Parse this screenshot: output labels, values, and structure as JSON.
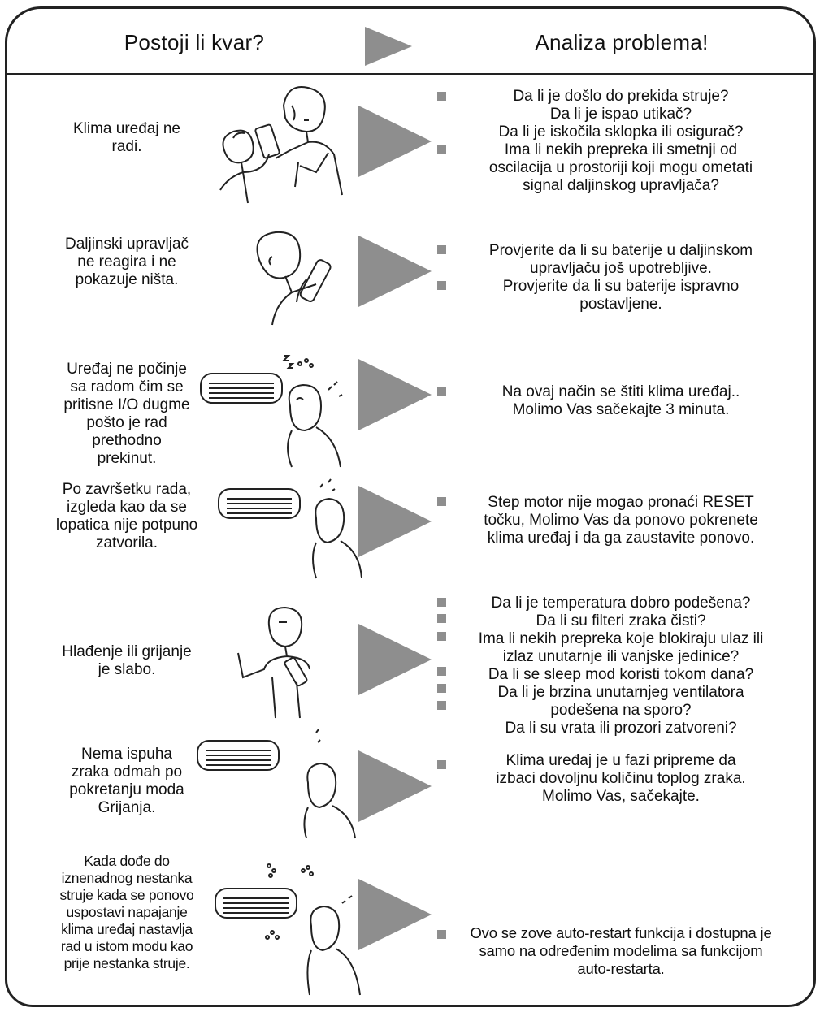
{
  "header": {
    "left_title": "Postoji li kvar?",
    "right_title": "Analiza problema!"
  },
  "rows": [
    {
      "symptom": [
        "Klima uređaj ne",
        "radi."
      ],
      "causes": [
        "Da li je došlo do prekida struje?",
        "Da li je ispao utikač?",
        "Da li je iskočila sklopka ili osigurač?",
        "Ima li nekih prepreka ili smetnji od",
        "oscilacija u prostoriji koji mogu ometati",
        "signal daljinskog upravljača?"
      ]
    },
    {
      "symptom": [
        "Daljinski upravljač",
        "ne reagira i ne",
        "pokazuje ništa."
      ],
      "causes": [
        "Provjerite da li su baterije u daljinskom",
        "upravljaču još upotrebljive.",
        "Provjerite da li su baterije ispravno",
        "postavljene."
      ]
    },
    {
      "symptom": [
        "Uređaj ne počinje",
        "sa radom čim se",
        "pritisne  I/O dugme",
        "pošto je rad",
        "prethodno",
        "prekinut."
      ],
      "causes": [
        "Na ovaj način se štiti klima uređaj..",
        "Molimo Vas sačekajte 3 minuta."
      ]
    },
    {
      "symptom": [
        "Po završetku rada,",
        "izgleda kao da se",
        "lopatica nije potpuno",
        "zatvorila."
      ],
      "causes": [
        "Step motor  nije mogao pronaći RESET",
        "točku, Molimo Vas da ponovo pokrenete",
        "klima uređaj i da ga zaustavite ponovo."
      ]
    },
    {
      "symptom": [
        "Hlađenje ili grijanje",
        "je slabo."
      ],
      "causes": [
        "Da li je temperatura dobro podešena?",
        "Da li su filteri zraka čisti?",
        "Ima li nekih prepreka koje blokiraju ulaz ili",
        "izlaz unutarnje ili vanjske jedinice?",
        "Da li se sleep mod koristi tokom dana?",
        "Da li je brzina unutarnjeg ventilatora",
        "podešena na sporo?",
        "Da li su vrata ili prozori zatvoreni?"
      ]
    },
    {
      "symptom": [
        "Nema ispuha",
        "zraka odmah po",
        "pokretanju moda",
        "Grijanja."
      ],
      "causes": [
        "Klima uređaj je u fazi pripreme da",
        "izbaci dovoljnu količinu toplog zraka.",
        "Molimo Vas, sačekajte."
      ]
    },
    {
      "symptom": [
        "Kada dođe do",
        "iznenadnog nestanka",
        "struje kada se ponovo",
        "uspostavi napajanje",
        "klima uređaj  nastavlja",
        "rad u istom modu kao",
        "prije nestanka struje."
      ],
      "causes": [
        "Ovo se zove auto-restart funkcija i dostupna je",
        "samo na određenim modelima sa funkcijom",
        "auto-restarta."
      ]
    }
  ],
  "colors": {
    "arrow": "#8e8e8e",
    "bullet": "#8e8e8e",
    "border": "#222222"
  },
  "icons": [
    "person-remote-icon",
    "air-conditioner-unit-icon",
    "play-arrow-icon",
    "bullet-square-icon"
  ]
}
